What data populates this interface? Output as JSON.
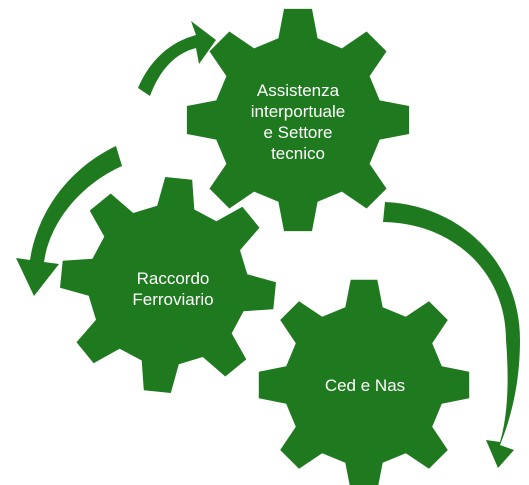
{
  "colors": {
    "gear": "#1f7a1f",
    "arrow": "#1f7a1f",
    "text": "#ffffff",
    "background": "#ffffff"
  },
  "gears": [
    {
      "id": "assistenza",
      "lines": [
        "Assistenza",
        "interportuale",
        "e Settore",
        "tecnico"
      ]
    },
    {
      "id": "raccordo",
      "lines": [
        "Raccordo",
        "Ferroviario"
      ]
    },
    {
      "id": "ced",
      "lines": [
        "Ced e Nas"
      ]
    }
  ],
  "icons": {
    "gear": "gear-icon",
    "arrow": "curved-arrow-icon"
  }
}
